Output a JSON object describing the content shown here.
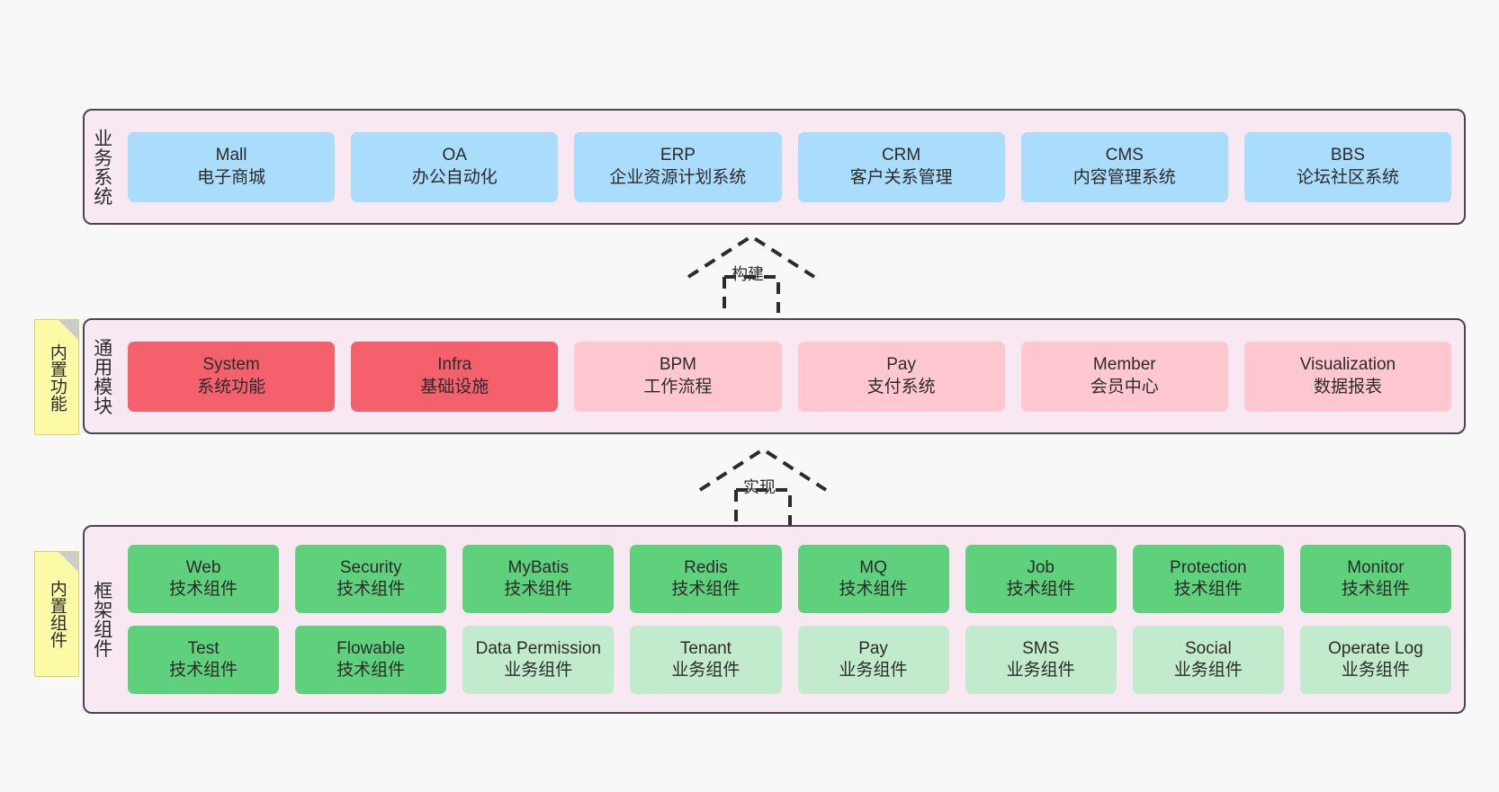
{
  "diagram": {
    "background_color": "#f8f8f8",
    "band_fill": "#f8e8f2",
    "band_border": "#4d4353"
  },
  "bands": {
    "business": {
      "title": "业务系统",
      "card_color": "#aadcfb",
      "cards": [
        {
          "en": "Mall",
          "cn": "电子商城"
        },
        {
          "en": "OA",
          "cn": "办公自动化"
        },
        {
          "en": "ERP",
          "cn": "企业资源计划系统"
        },
        {
          "en": "CRM",
          "cn": "客户关系管理"
        },
        {
          "en": "CMS",
          "cn": "内容管理系统"
        },
        {
          "en": "BBS",
          "cn": "论坛社区系统"
        }
      ]
    },
    "modules": {
      "title": "通用模块",
      "card_color_primary": "#f4606c",
      "card_color_secondary": "#ffc7cf",
      "cards": [
        {
          "en": "System",
          "cn": "系统功能",
          "tone": "red"
        },
        {
          "en": "Infra",
          "cn": "基础设施",
          "tone": "red"
        },
        {
          "en": "BPM",
          "cn": "工作流程",
          "tone": "pink"
        },
        {
          "en": "Pay",
          "cn": "支付系统",
          "tone": "pink"
        },
        {
          "en": "Member",
          "cn": "会员中心",
          "tone": "pink"
        },
        {
          "en": "Visualization",
          "cn": "数据报表",
          "tone": "pink"
        }
      ]
    },
    "framework": {
      "title": "框架组件",
      "card_color_tech": "#5fd07c",
      "card_color_biz": "#c2ebcd",
      "row1": [
        {
          "en": "Web",
          "cn": "技术组件",
          "tone": "green"
        },
        {
          "en": "Security",
          "cn": "技术组件",
          "tone": "green"
        },
        {
          "en": "MyBatis",
          "cn": "技术组件",
          "tone": "green"
        },
        {
          "en": "Redis",
          "cn": "技术组件",
          "tone": "green"
        },
        {
          "en": "MQ",
          "cn": "技术组件",
          "tone": "green"
        },
        {
          "en": "Job",
          "cn": "技术组件",
          "tone": "green"
        },
        {
          "en": "Protection",
          "cn": "技术组件",
          "tone": "green"
        },
        {
          "en": "Monitor",
          "cn": "技术组件",
          "tone": "green"
        }
      ],
      "row2": [
        {
          "en": "Test",
          "cn": "技术组件",
          "tone": "green"
        },
        {
          "en": "Flowable",
          "cn": "技术组件",
          "tone": "green"
        },
        {
          "en": "Data Permission",
          "cn": "业务组件",
          "tone": "lightgreen"
        },
        {
          "en": "Tenant",
          "cn": "业务组件",
          "tone": "lightgreen"
        },
        {
          "en": "Pay",
          "cn": "业务组件",
          "tone": "lightgreen"
        },
        {
          "en": "SMS",
          "cn": "业务组件",
          "tone": "lightgreen"
        },
        {
          "en": "Social",
          "cn": "业务组件",
          "tone": "lightgreen"
        },
        {
          "en": "Operate Log",
          "cn": "业务组件",
          "tone": "lightgreen"
        }
      ]
    }
  },
  "notes": [
    {
      "text": "内置功能",
      "color": "#fbfaa6"
    },
    {
      "text": "内置组件",
      "color": "#fbfaa6"
    }
  ],
  "arrows": [
    {
      "label": "构建",
      "style": "dashed-generalization"
    },
    {
      "label": "实现",
      "style": "dashed-generalization"
    }
  ]
}
